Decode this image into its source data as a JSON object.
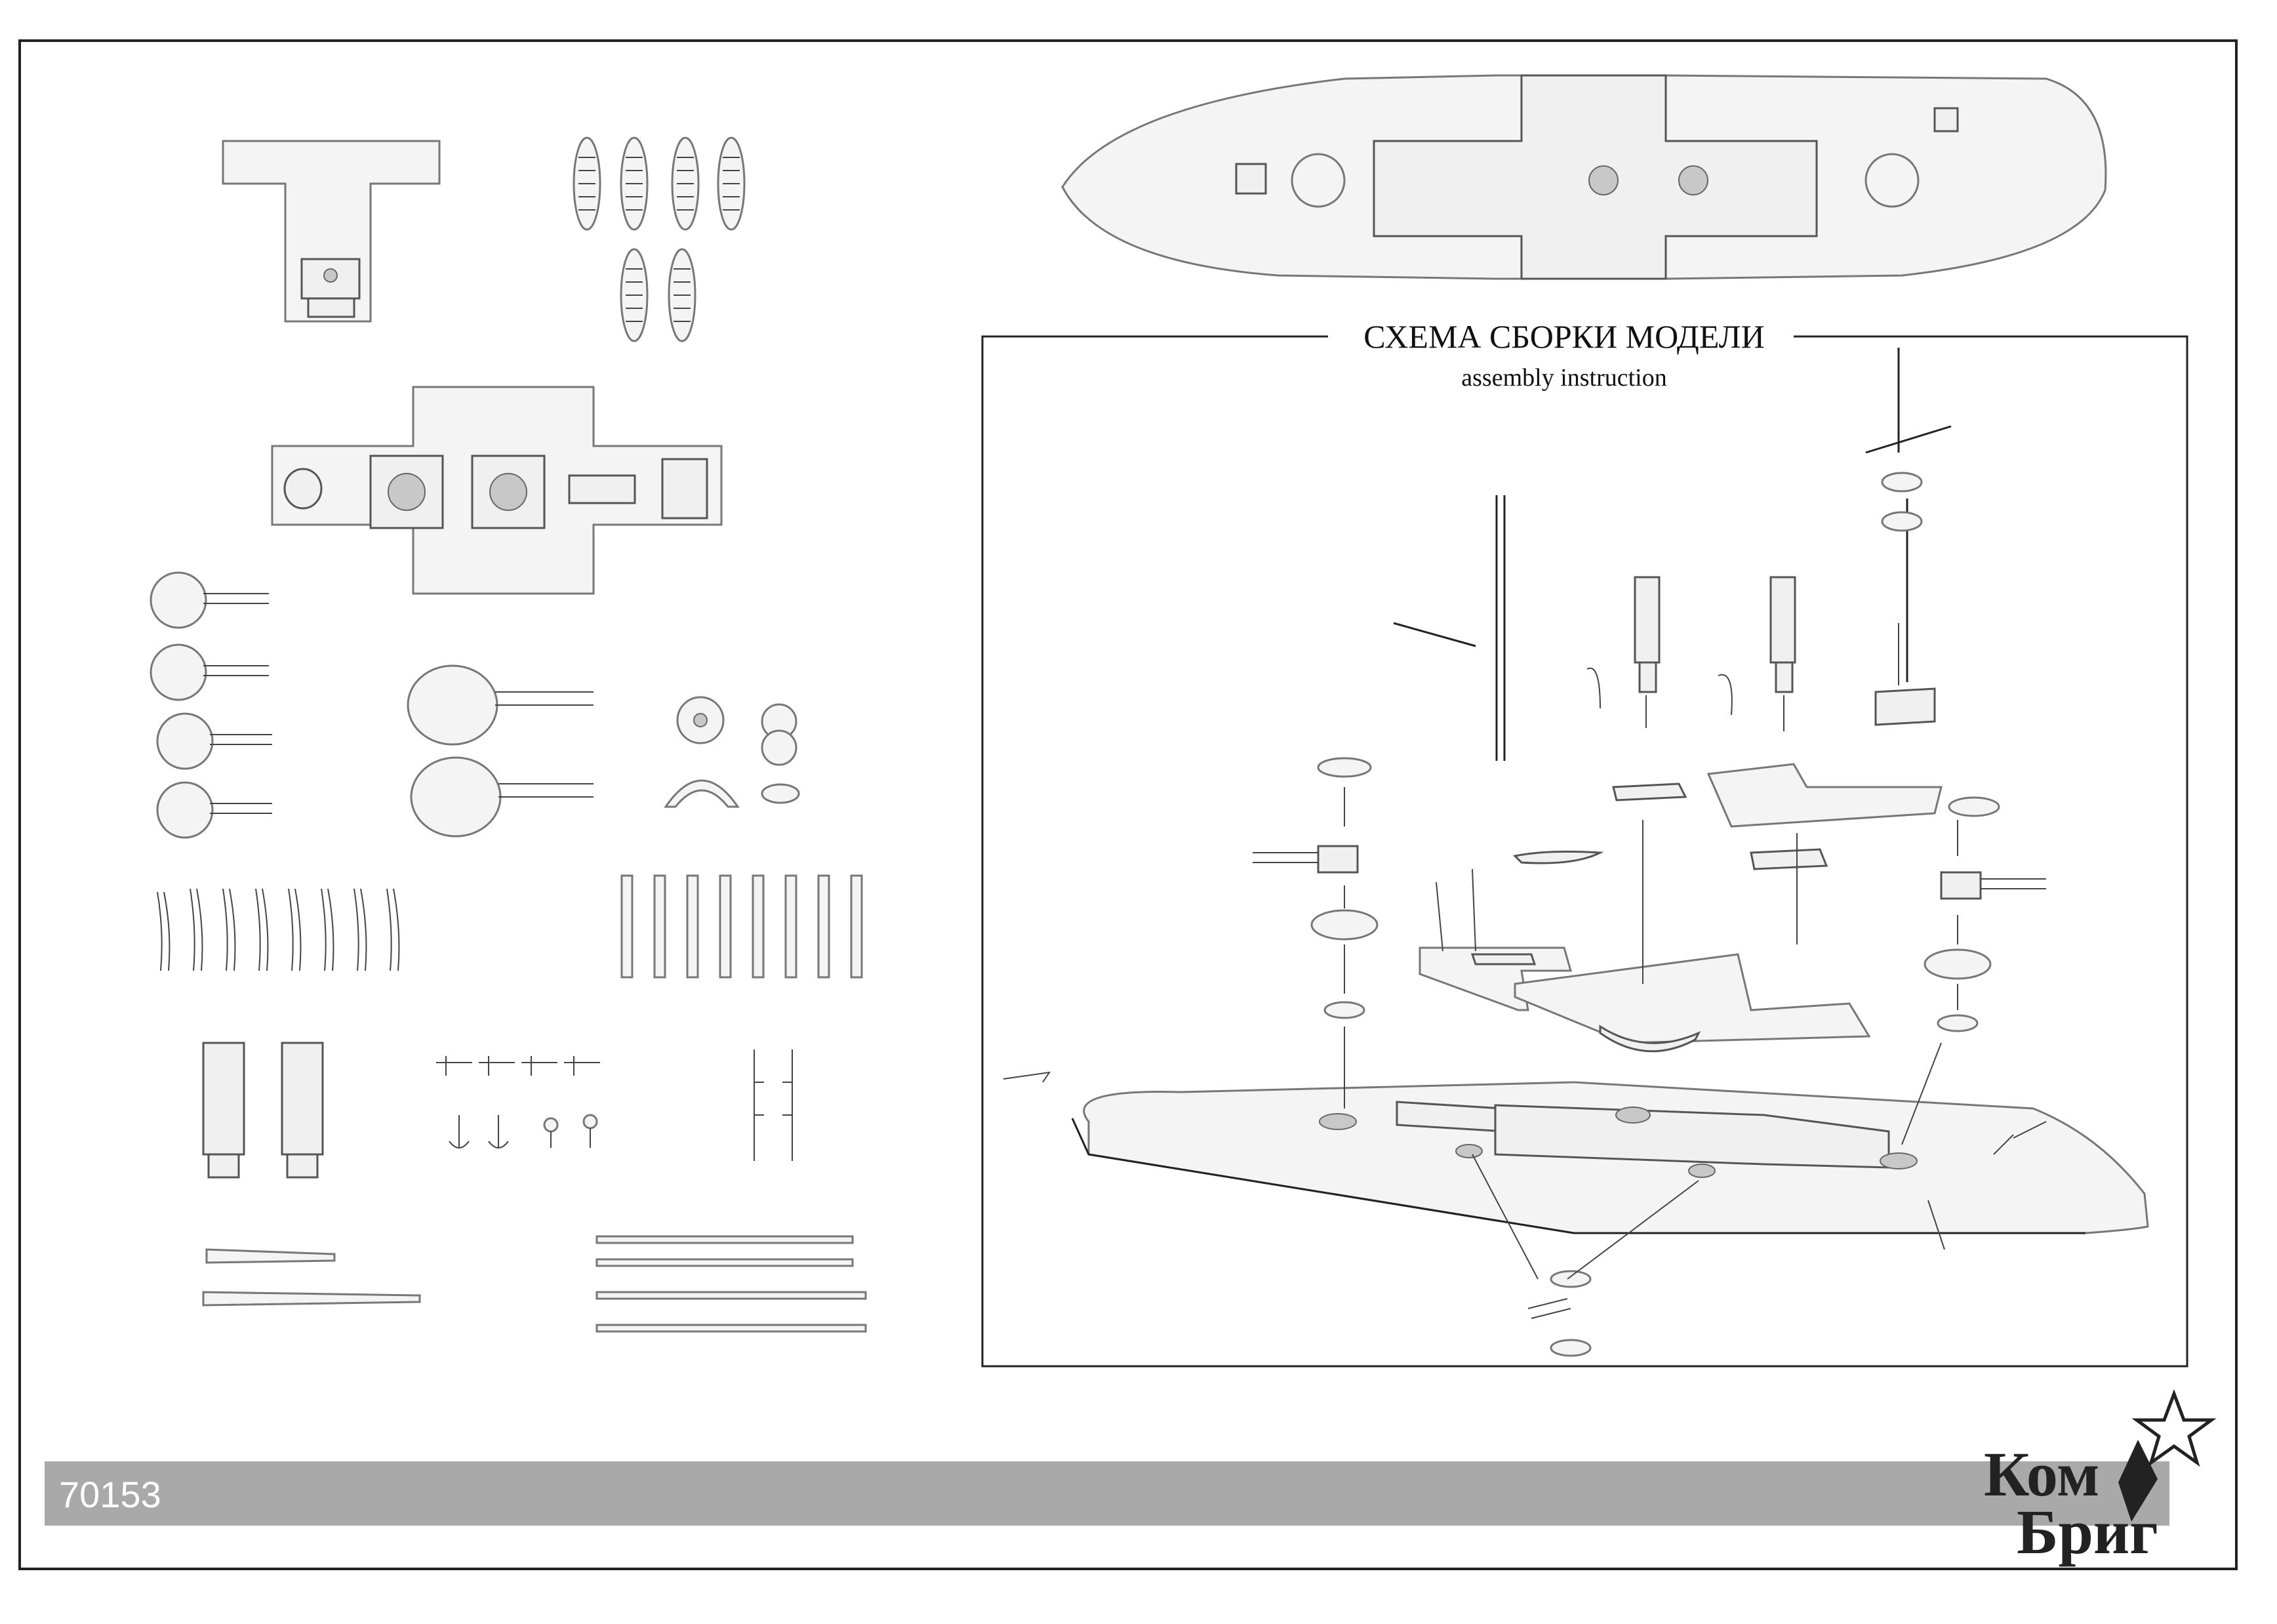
{
  "instruction": {
    "title_ru": "СХЕМА СБОРКИ МОДЕЛИ",
    "subtitle_en": "assembly instruction"
  },
  "footer": {
    "product_code": "70153",
    "brand_line1": "Ком",
    "brand_line2": "Бриг"
  },
  "colors": {
    "footer_band": "#a9a9a9",
    "frame": "#111111",
    "part_fill": "#f0f0f0"
  }
}
